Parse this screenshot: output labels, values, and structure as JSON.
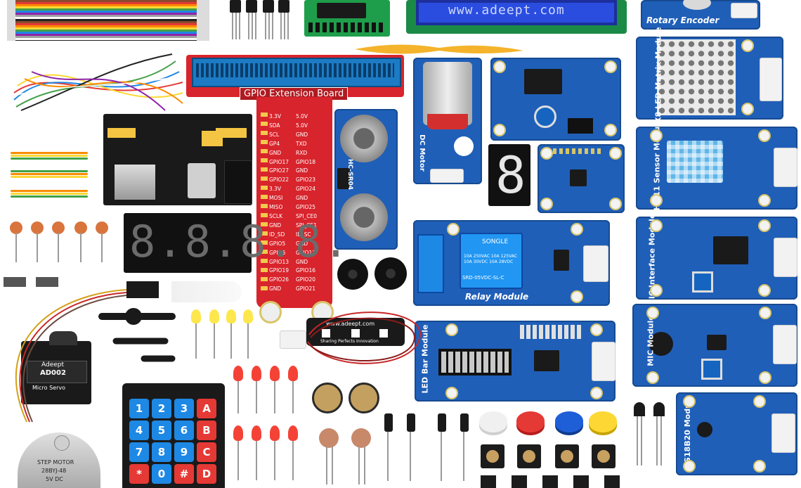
{
  "image": {
    "labels": {
      "lcd": "www.adeept.com",
      "rotary": "Rotary Encoder",
      "gpio": "GPIO Extension Board",
      "matrix": "8X8 LED Matrix Module",
      "dht": "DHT-11 Sensor Module",
      "iic": "IIC Interface Module",
      "mic": "MIC Module",
      "ds18b20": "DS18B20 Module",
      "relay": "Relay Module",
      "ledbar": "LED Bar Module",
      "dcmotor": "DC Motor",
      "hcsr04": "HC-SR04",
      "relay_text": "SRD-05VDC-SL-C",
      "relay_brand": "SONGLE",
      "relay_rating": "10A 250VAC 10A 125VAC 10A 30VDC 10A 28VDC",
      "servo_brand": "Adeept",
      "servo_model": "AD002",
      "servo_type": "Micro Servo",
      "stepper_l1": "STEP MOTOR",
      "stepper_l2": "28BYJ-48",
      "stepper_l3": "5V DC",
      "ws_site": "www.adeept.com",
      "ws_slogan": "Sharing Perfects Innovation",
      "seg4": "8.8.8.8.",
      "seg1": "8"
    },
    "gpio_left": [
      "3.3V",
      "SDA",
      "SCL",
      "GP4",
      "GND",
      "GPIO17",
      "GPIO27",
      "GPIO22",
      "3.3V",
      "MOSI",
      "MISO",
      "SCLK",
      "GND",
      "ID_SD",
      "GPIO5",
      "GPIO6",
      "GPIO13",
      "GPIO19",
      "GPIO26",
      "GND"
    ],
    "gpio_right": [
      "5.0V",
      "5.0V",
      "GND",
      "TXD",
      "RXD",
      "GPIO18",
      "GND",
      "GPIO23",
      "GPIO24",
      "GND",
      "GPIO25",
      "SPI_CE0",
      "SPI_CE1",
      "ID_SC",
      "GND",
      "GPIO12",
      "GND",
      "GPIO16",
      "GPIO20",
      "GPIO21"
    ],
    "keypad": [
      "1",
      "2",
      "3",
      "A",
      "4",
      "5",
      "6",
      "B",
      "7",
      "8",
      "9",
      "C",
      "*",
      "0",
      "#",
      "D"
    ],
    "colors": {
      "pcb_blue": "#1f5fb8",
      "pcb_red": "#d8242c",
      "pcb_green": "#1e9e4a",
      "lcd_blue": "#2a4de0"
    }
  }
}
